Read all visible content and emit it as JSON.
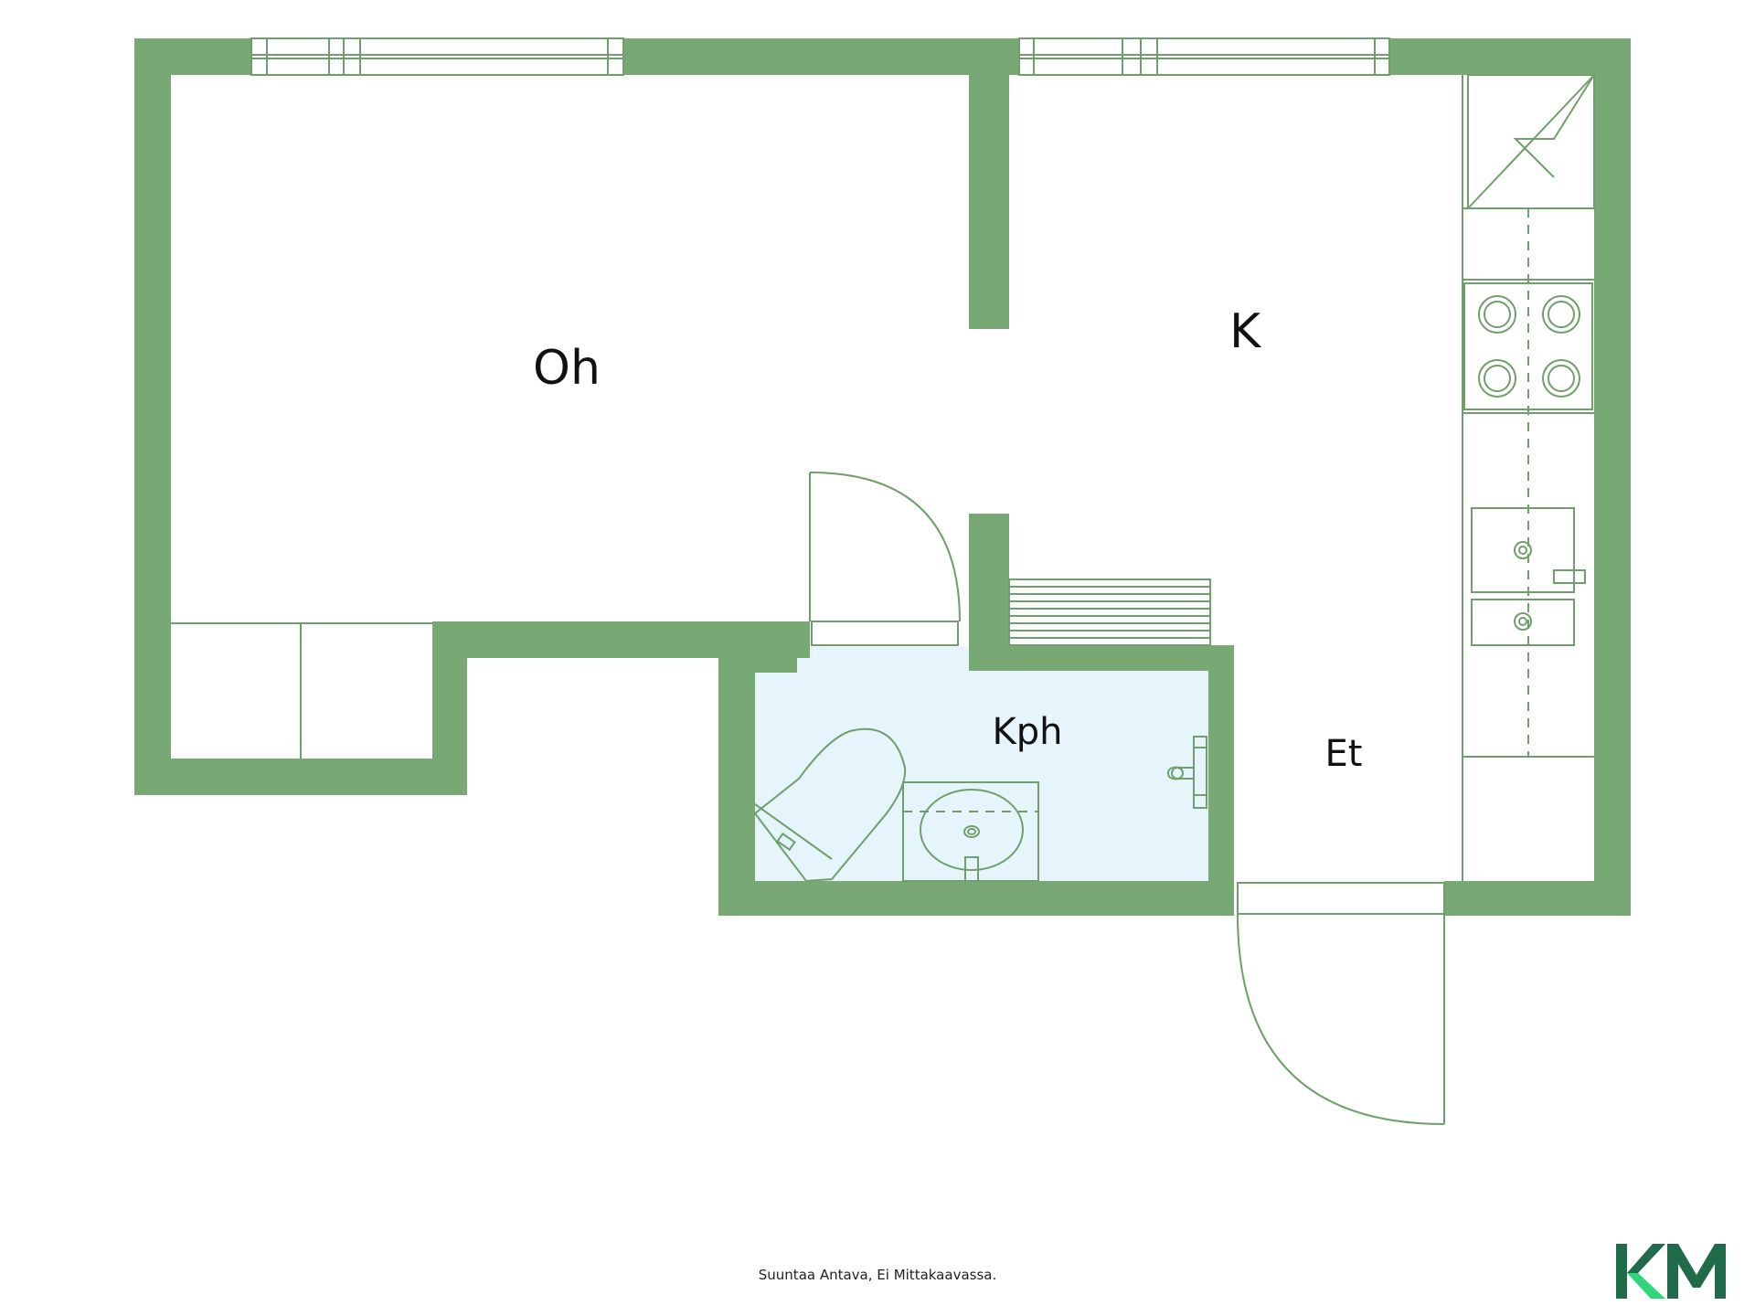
{
  "rooms": {
    "oh": "Oh",
    "k": "K",
    "kph": "Kph",
    "et": "Et"
  },
  "caption": "Suuntaa Antava, Ei Mittakaavassa.",
  "logo": {
    "text": "KM",
    "color_primary": "#1f6b4a",
    "color_accent": "#2fd67b"
  },
  "colors": {
    "wall": "#78a874",
    "line": "#6f9f6b",
    "bathroom_floor": "#e6f4fb",
    "label": "#111111"
  }
}
